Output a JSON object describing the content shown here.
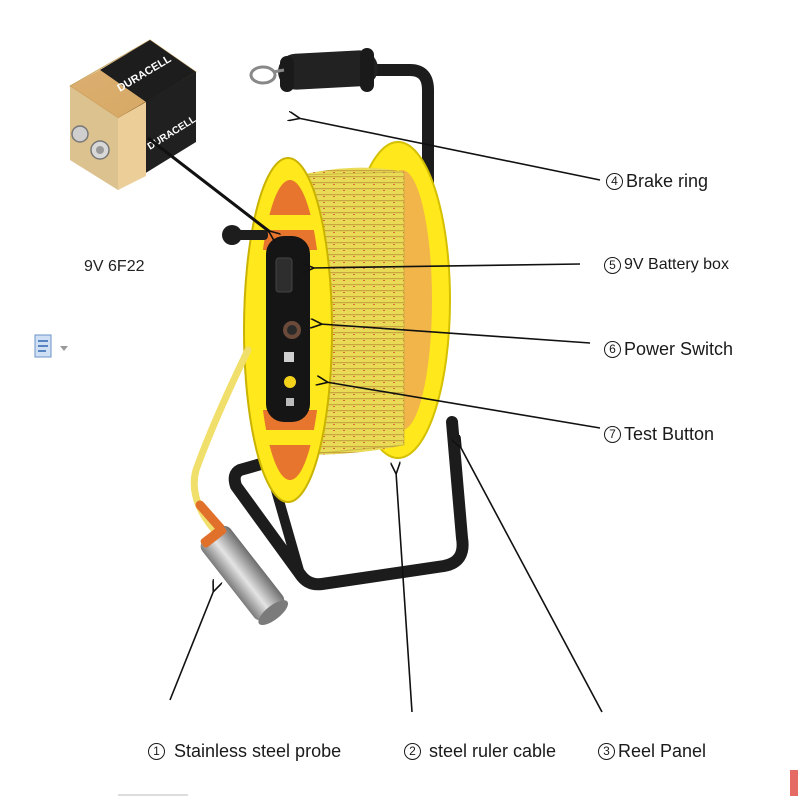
{
  "battery": {
    "brand": "DURACELL",
    "caption": "9V 6F22"
  },
  "callouts": [
    {
      "id": "brake-ring",
      "num": "4",
      "text": "Brake ring"
    },
    {
      "id": "battery-box",
      "num": "5",
      "text": "9V Battery box"
    },
    {
      "id": "power-switch",
      "num": "6",
      "text": "Power Switch"
    },
    {
      "id": "test-button",
      "num": "7",
      "text": "Test Button"
    },
    {
      "id": "stainless-probe",
      "num": "1",
      "text": "Stainless steel probe"
    },
    {
      "id": "steel-ruler-cable",
      "num": "2",
      "text": "steel ruler cable"
    },
    {
      "id": "reel-panel",
      "num": "3",
      "text": "Reel Panel"
    }
  ],
  "colors": {
    "reel_yellow": "#ffe81c",
    "cable_yellow": "#e8d74a",
    "frame_black": "#1c1c1c",
    "probe_orange": "#e0702a",
    "arrow": "#111111"
  }
}
